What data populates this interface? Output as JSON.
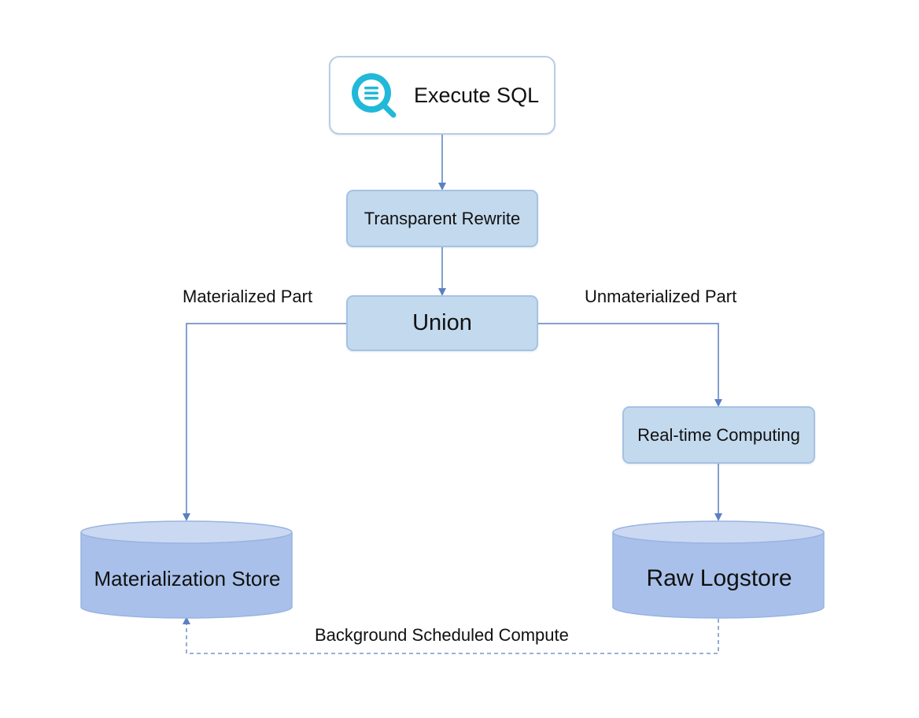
{
  "diagram": {
    "nodes": {
      "execute_sql": {
        "label": "Execute SQL",
        "icon": "search-list-icon",
        "icon_color": "#22b8d9"
      },
      "transparent_rewrite": {
        "label": "Transparent Rewrite"
      },
      "union": {
        "label": "Union"
      },
      "realtime_computing": {
        "label": "Real-time Computing"
      },
      "materialization_store": {
        "label": "Materialization Store"
      },
      "raw_logstore": {
        "label": "Raw Logstore"
      }
    },
    "edges": {
      "materialized_part": "Materialized Part",
      "unmaterialized_part": "Unmaterialized Part",
      "background_compute": "Background Scheduled Compute"
    }
  },
  "colors": {
    "node_fill": "#c3d9ee",
    "node_border": "#a6c2e3",
    "store_fill": "#a9c1ea",
    "store_top": "#cbd8f1",
    "arrow": "#5b80c2"
  }
}
